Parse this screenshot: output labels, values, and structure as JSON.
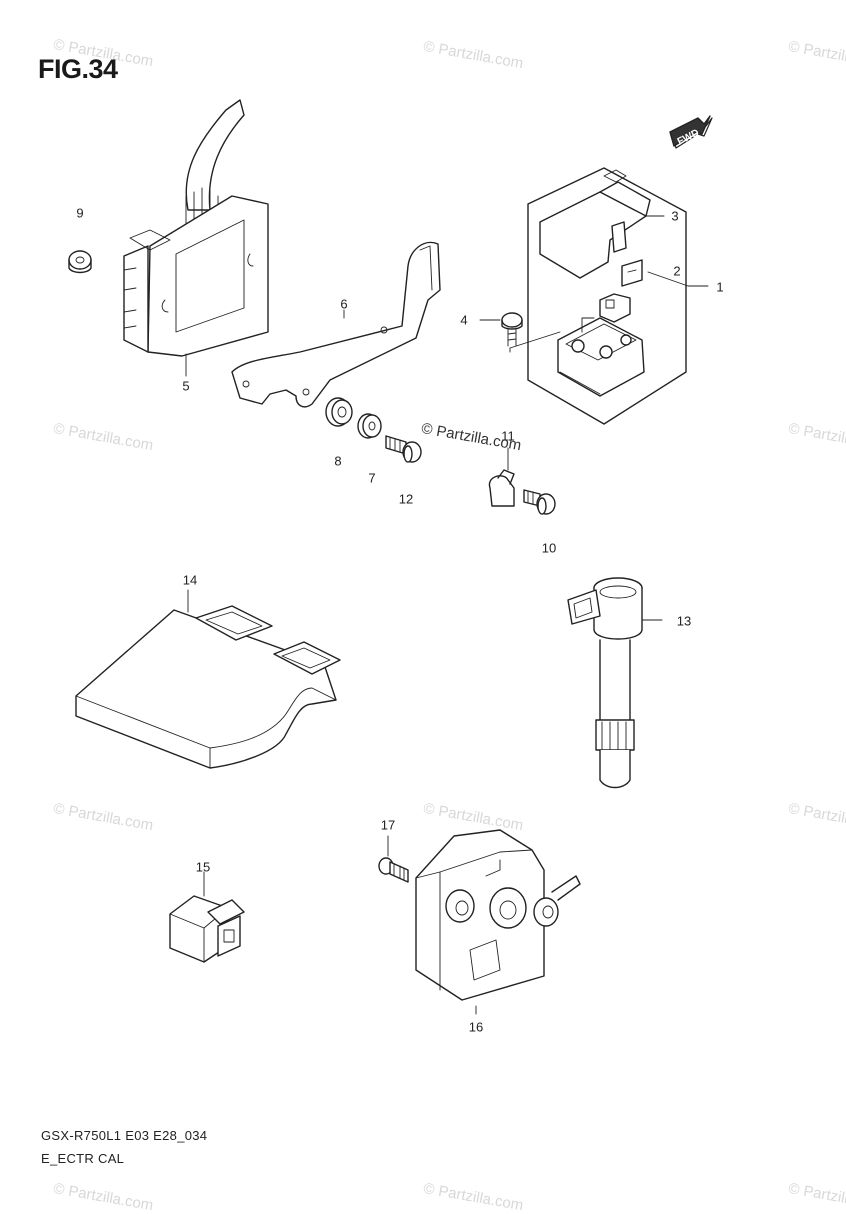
{
  "figure": {
    "title": "FIG.34"
  },
  "direction_badge": {
    "label": "FWD"
  },
  "watermark": {
    "text": "© Partzilla.com"
  },
  "callouts": {
    "c1": "1",
    "c2": "2",
    "c3": "3",
    "c4": "4",
    "c5": "5",
    "c6": "6",
    "c7": "7",
    "c8": "8",
    "c9": "9",
    "c10": "10",
    "c11": "11",
    "c12": "12",
    "c13": "13",
    "c14": "14",
    "c15": "15",
    "c16": "16",
    "c17": "17"
  },
  "footer": {
    "model_code": "GSX-R750L1 E03 E28_034",
    "section": "E_ECTR CAL"
  }
}
